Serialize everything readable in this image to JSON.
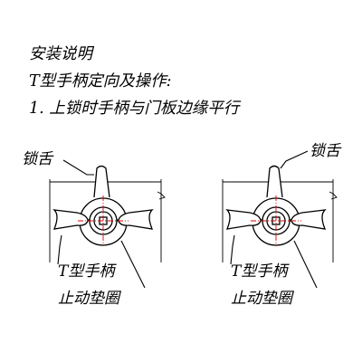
{
  "notes": {
    "title": "安装说明",
    "subtitle": "T型手柄定向及操作:",
    "item1": "1. 上锁时手柄与门板边缘平行"
  },
  "labels": {
    "tongue": "锁舌",
    "handle": "T型手柄",
    "washer": "止动垫圈"
  },
  "colors": {
    "line": "#000000",
    "centerline": "#e00000"
  }
}
